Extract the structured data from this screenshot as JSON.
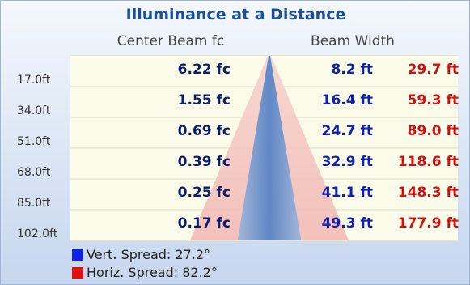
{
  "chart_data": {
    "type": "table",
    "title": "Illuminance at a Distance",
    "columns": {
      "center": "Center Beam fc",
      "width": "Beam Width"
    },
    "rows": [
      {
        "distance": "17.0ft",
        "center_fc": "6.22 fc",
        "vert_width": "8.2 ft",
        "horiz_width": "29.7 ft"
      },
      {
        "distance": "34.0ft",
        "center_fc": "1.55 fc",
        "vert_width": "16.4 ft",
        "horiz_width": "59.3 ft"
      },
      {
        "distance": "51.0ft",
        "center_fc": "0.69 fc",
        "vert_width": "24.7 ft",
        "horiz_width": "89.0 ft"
      },
      {
        "distance": "68.0ft",
        "center_fc": "0.39 fc",
        "vert_width": "32.9 ft",
        "horiz_width": "118.6 ft"
      },
      {
        "distance": "85.0ft",
        "center_fc": "0.25 fc",
        "vert_width": "41.1 ft",
        "horiz_width": "148.3 ft"
      },
      {
        "distance": "102.0ft",
        "center_fc": "0.17 fc",
        "vert_width": "49.3 ft",
        "horiz_width": "177.9 ft"
      }
    ],
    "spread": {
      "vertical_deg": 27.2,
      "horizontal_deg": 82.2
    },
    "legend": [
      {
        "label": "Vert.  Spread: 27.2°",
        "color": "#1020e0"
      },
      {
        "label": "Horiz. Spread: 82.2°",
        "color": "#e01010"
      }
    ],
    "grid": true
  }
}
